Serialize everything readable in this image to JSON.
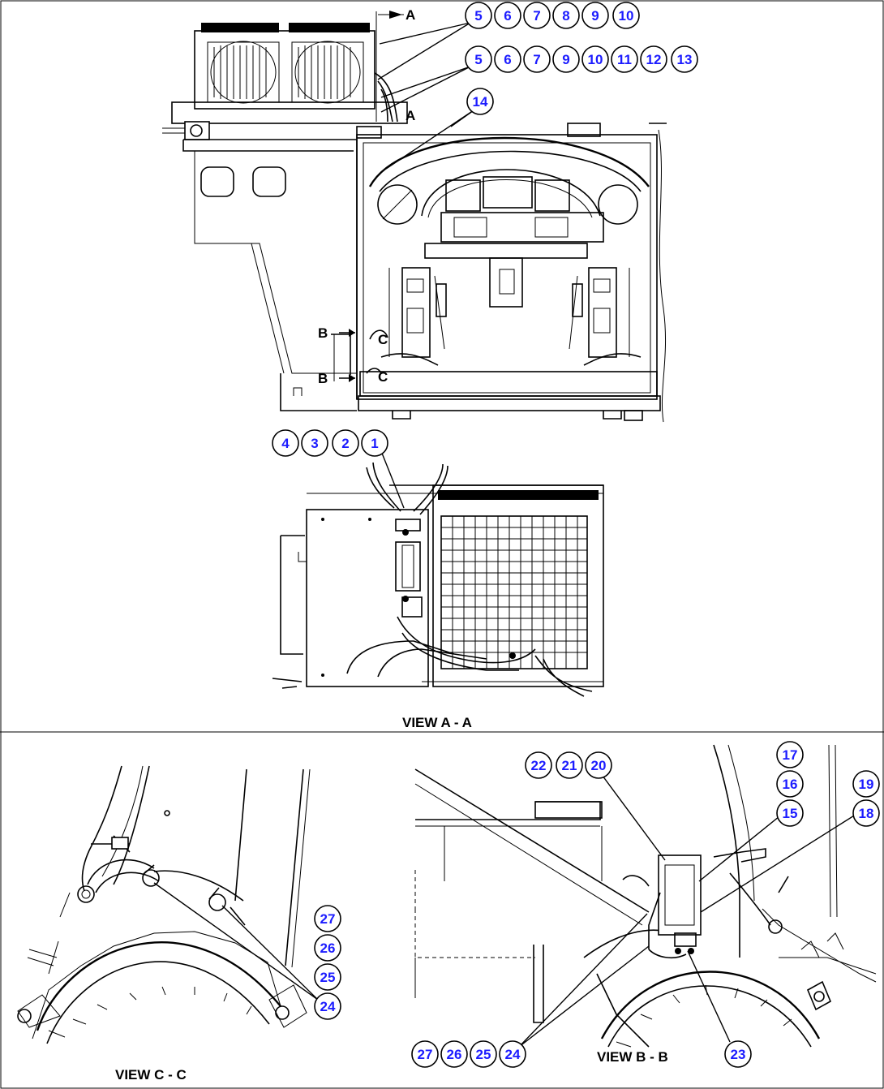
{
  "section_marks": {
    "a_top": "A",
    "a_mid": "A",
    "b_top": "B",
    "b_bottom": "B",
    "c_top": "C",
    "c_bottom": "C"
  },
  "views": {
    "a": "VIEW A - A",
    "b": "VIEW B - B",
    "c": "VIEW C - C"
  },
  "callouts": {
    "row1": [
      "5",
      "6",
      "7",
      "8",
      "9",
      "10"
    ],
    "row2": [
      "5",
      "6",
      "7",
      "9",
      "10",
      "11",
      "12",
      "13"
    ],
    "top14": "14",
    "view_a": [
      "4",
      "3",
      "2",
      "1"
    ],
    "view_b_upper_left": [
      "22",
      "21",
      "20"
    ],
    "view_b_right_stack": [
      "17",
      "16",
      "15"
    ],
    "view_b_right_pair": [
      "19",
      "18"
    ],
    "view_b_bottom": [
      "27",
      "26",
      "25",
      "24"
    ],
    "view_b_23": "23",
    "view_c_stack": [
      "27",
      "26",
      "25",
      "24"
    ]
  },
  "colors": {
    "callout_text": "#1c1cff",
    "line": "#000000",
    "background": "#ffffff"
  }
}
